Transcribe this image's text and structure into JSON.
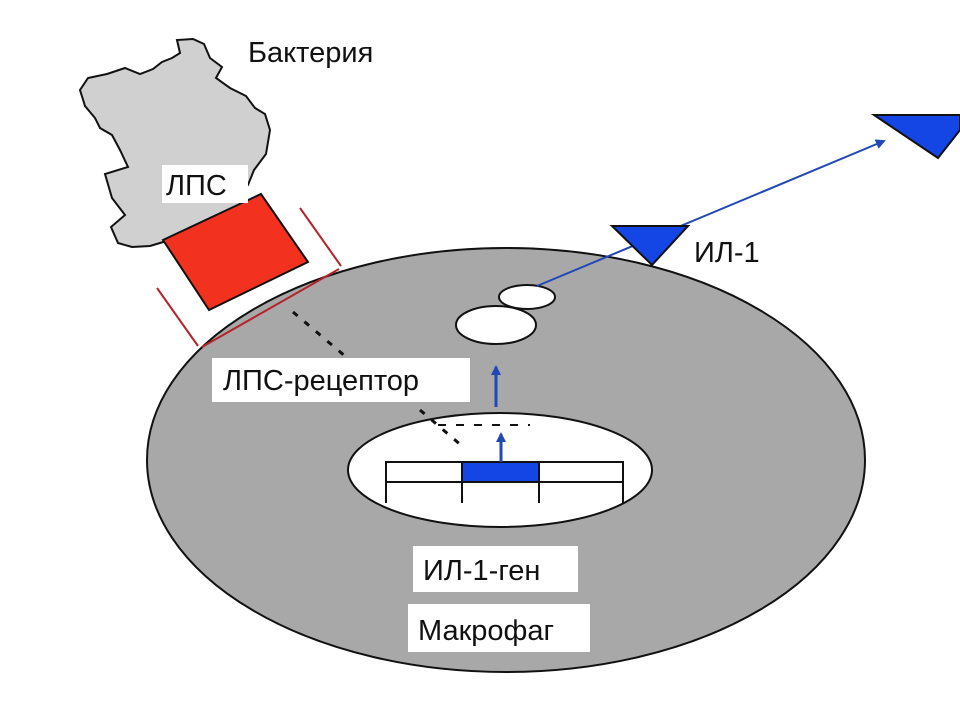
{
  "labels": {
    "bacterium": "Бактерия",
    "lps": "ЛПС",
    "il1": "ИЛ-1",
    "lps_receptor": "ЛПС-рецептор",
    "il1_gene": "ИЛ-1-ген",
    "macrophage": "Макрофаг"
  },
  "colors": {
    "background": "#ffffff",
    "macrophage_fill": "#a8a8a8",
    "bacterium_fill": "#d0d0d0",
    "lps_fill": "#f2321e",
    "receptor_line": "#b3242a",
    "il1_fill": "#1446e6",
    "gene_fill": "#1446e6",
    "arrow": "#2248b8",
    "outline": "#111111"
  }
}
